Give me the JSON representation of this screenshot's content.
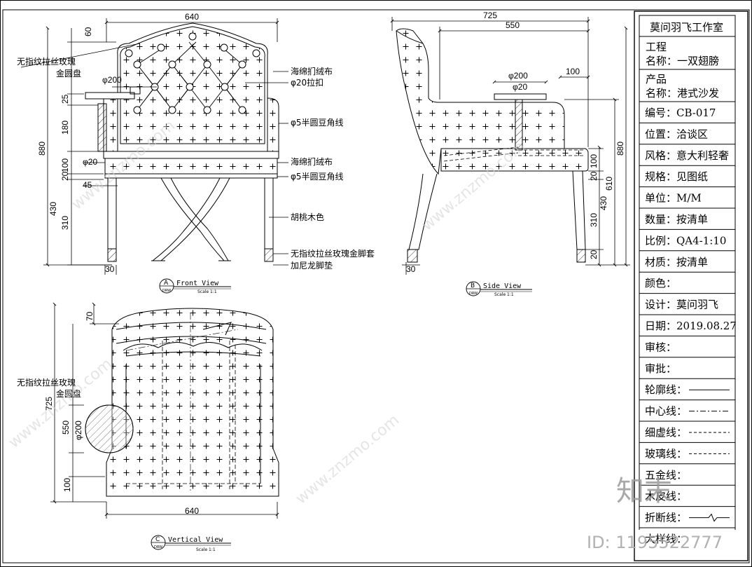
{
  "title_block": {
    "studio": "莫问羽飞工作室",
    "project_label": "工程",
    "project_value": "名称：一双翅膀",
    "product_label": "产品",
    "product_value": "名称：港式沙发",
    "rows": [
      {
        "label": "编号：",
        "value": "CB-017"
      },
      {
        "label": "位置：",
        "value": "洽谈区"
      },
      {
        "label": "风格：",
        "value": "意大利轻奢"
      },
      {
        "label": "规格：",
        "value": "见图纸"
      },
      {
        "label": "单位：",
        "value": "M/M"
      },
      {
        "label": "数量：",
        "value": "按清单"
      },
      {
        "label": "比例：",
        "value": "QA4-1:10"
      },
      {
        "label": "材质：",
        "value": "按清单"
      },
      {
        "label": "颜色：",
        "value": ""
      },
      {
        "label": "设计：",
        "value": "莫问羽飞"
      },
      {
        "label": "日期：",
        "value": "2019.08.27"
      },
      {
        "label": "审核：",
        "value": ""
      },
      {
        "label": "审批：",
        "value": ""
      }
    ],
    "legend": [
      {
        "label": "轮廓线：",
        "style": "solid"
      },
      {
        "label": "中心线：",
        "style": "dashdot"
      },
      {
        "label": "细虚线：",
        "style": "dashed"
      },
      {
        "label": "玻璃线：",
        "style": "dashed"
      },
      {
        "label": "五金线：",
        "style": "none"
      },
      {
        "label": "木皮线：",
        "style": "none"
      },
      {
        "label": "折断线：",
        "style": "break"
      },
      {
        "label": "大样线：",
        "style": "none"
      }
    ]
  },
  "front_view": {
    "caption": "Front View",
    "scale": "Scale 1:1",
    "badge_letter": "A",
    "badge_sub": "DRW",
    "dims": {
      "width": "640",
      "d60": "60",
      "d25": "25",
      "d180": "180",
      "d880": "880",
      "d100": "100",
      "d20": "20",
      "d430": "430",
      "d310": "310",
      "d30": "30",
      "phi200": "φ200",
      "phi20": "φ20",
      "d45": "45"
    },
    "notes": {
      "n1a": "无指纹拉丝玫瑰",
      "n1b": "金圆盘",
      "n2": "海绵扪绒布",
      "n3": "φ20拉扣",
      "n4": "φ5半圆豆角线",
      "n5": "海绵扪绒布",
      "n6": "φ5半圆豆角线",
      "n7": "胡桃木色",
      "n8": "无指纹拉丝玫瑰金脚套",
      "n9": "加尼龙脚垫"
    }
  },
  "side_view": {
    "caption": "Side View",
    "scale": "Scale 1:1",
    "badge_letter": "B",
    "badge_sub": "DRW",
    "dims": {
      "d725": "725",
      "d550": "550",
      "phi200": "φ200",
      "phi20": "φ20",
      "d100": "100",
      "d880": "880",
      "d610": "610",
      "d20": "20",
      "d430": "430",
      "d310": "310",
      "d30": "30",
      "d100v": "100",
      "d20b": "20"
    }
  },
  "vertical_view": {
    "caption": "Vertical View",
    "scale": "Scale 1:1",
    "badge_letter": "C",
    "badge_sub": "DRW",
    "dims": {
      "d70": "70",
      "d725": "725",
      "d550": "550",
      "phi200": "φ200",
      "d100": "100",
      "width": "640"
    },
    "notes": {
      "n1a": "无指纹拉丝玫瑰",
      "n1b": "金圆盘"
    }
  },
  "watermarks": {
    "brand": "知末",
    "id_text": "ID: 1195522777",
    "url": "www.znzmo.com"
  }
}
